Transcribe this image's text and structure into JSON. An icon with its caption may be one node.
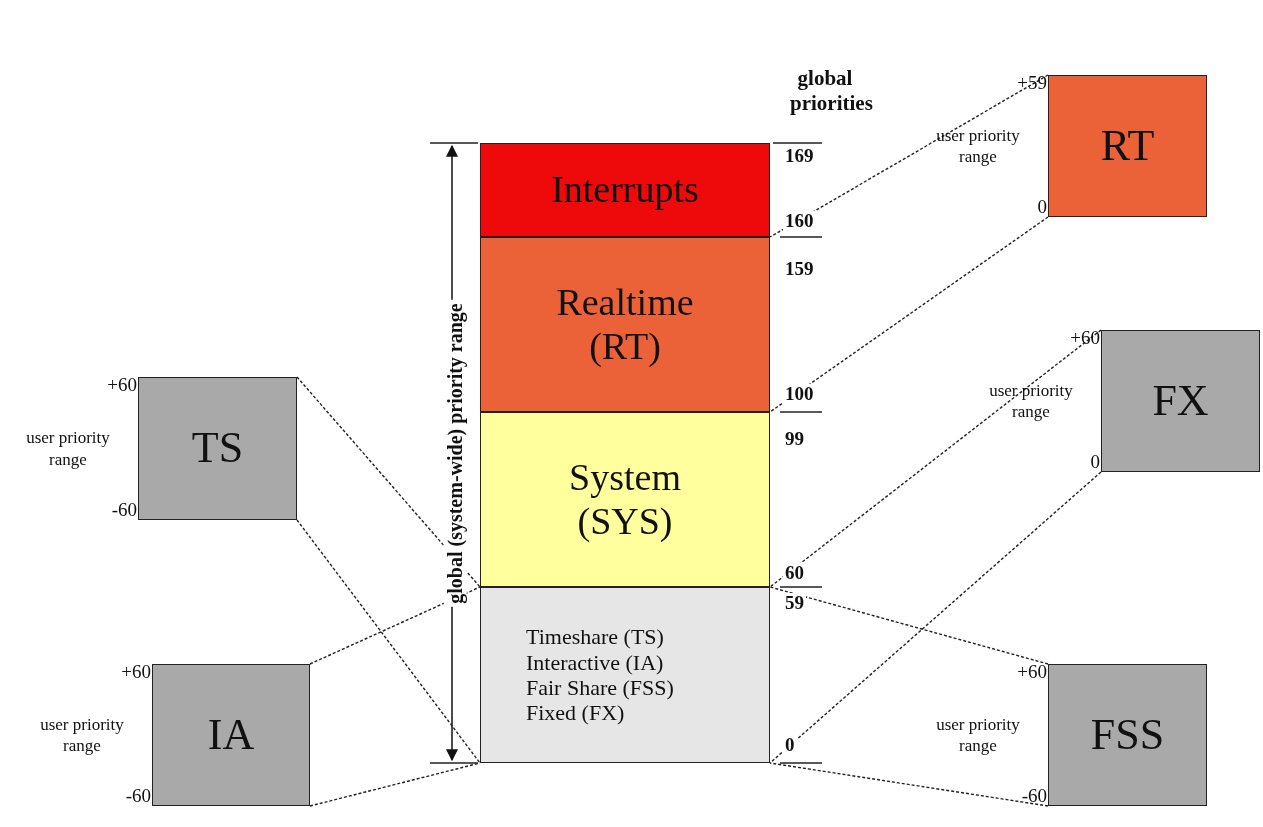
{
  "diagram": {
    "nodes": [
      {
        "text": [
          "Interrupts"
        ]
      },
      {
        "text": [
          "Realtime (RT)"
        ]
      },
      {
        "text": [
          "System (SYS)"
        ]
      },
      {
        "text": [
          "Timeshare (TS)",
          "Interactive (IA)",
          "Fair Share (FSS)",
          "Fixed (FX)"
        ]
      },
      {
        "text": [
          "TS"
        ],
        "beside": [
          "+60",
          "user priority range",
          "-60"
        ]
      },
      {
        "text": [
          "IA"
        ],
        "beside": [
          "+60",
          "user priority range",
          "-60"
        ]
      },
      {
        "text": [
          "RT"
        ],
        "beside": [
          "+59",
          "user priority range",
          "0"
        ]
      },
      {
        "text": [
          "FX"
        ],
        "beside": [
          "+60",
          "user priority range",
          "0"
        ]
      },
      {
        "text": [
          "FSS"
        ],
        "beside": [
          "+60",
          "user priority range",
          "-60"
        ]
      }
    ],
    "edges": [
      {
        "from": 6,
        "to": 1,
        "arrow": "none",
        "style": "dashed"
      },
      {
        "from": 6,
        "to": 1,
        "arrow": "none",
        "style": "dashed"
      },
      {
        "from": 7,
        "to": 3,
        "arrow": "none",
        "style": "dashed"
      },
      {
        "from": 7,
        "to": 3,
        "arrow": "none",
        "style": "dashed"
      },
      {
        "from": 4,
        "to": 3,
        "arrow": "none",
        "style": "dashed"
      },
      {
        "from": 4,
        "to": 3,
        "arrow": "none",
        "style": "dashed"
      },
      {
        "from": 5,
        "to": 3,
        "arrow": "none",
        "style": "dashed"
      },
      {
        "from": 5,
        "to": 3,
        "arrow": "none",
        "style": "dashed"
      },
      {
        "from": 8,
        "to": 3,
        "arrow": "none",
        "style": "dashed"
      },
      {
        "from": 8,
        "to": 3,
        "arrow": "none",
        "style": "dashed"
      }
    ],
    "labels": [
      "global priorities",
      "169",
      "160",
      "159",
      "100",
      "99",
      "60",
      "59",
      "0",
      "global (system-wide) priority range"
    ]
  }
}
